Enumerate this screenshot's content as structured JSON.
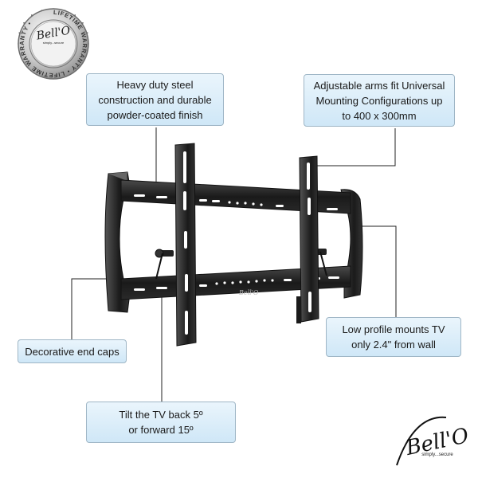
{
  "callouts": {
    "steel": [
      "Heavy duty steel",
      "construction and durable",
      "powder-coated finish"
    ],
    "arms": [
      "Adjustable arms fit Universal",
      "Mounting Configurations up",
      "to 400 x 300mm"
    ],
    "caps": [
      "Decorative end caps"
    ],
    "profile": [
      "Low profile mounts TV",
      "only 2.4\" from wall"
    ],
    "tilt": [
      "Tilt the TV back 5º",
      "or forward 15º"
    ]
  },
  "seal": {
    "ring_text": "LIFETIME WARRANTY  •  LIFETIME WARRANTY  •  ",
    "brand": "Bell'O",
    "tagline": "simply...secure"
  },
  "logo": {
    "brand": "Bell'O",
    "tagline": "simply...secure"
  },
  "colors": {
    "callout_fill": "#dcedf9",
    "callout_border": "#9fb6c6",
    "metal": "#1c1c1c"
  }
}
